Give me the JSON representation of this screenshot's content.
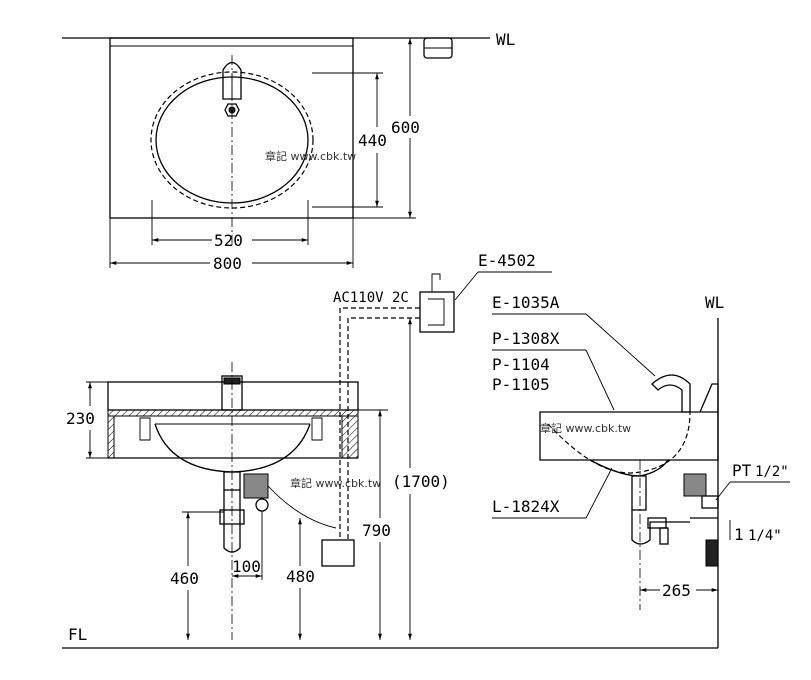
{
  "labels": {
    "water_line_top": "WL",
    "water_line_side": "WL",
    "floor_line": "FL",
    "sensor_model": "E-4502",
    "faucet_model": "E-1035A",
    "part_1": "P-1308X",
    "part_2": "P-1104",
    "part_3": "P-1105",
    "basin_model": "L-1824X",
    "power_spec": "AC110V  2C",
    "pt_thread_prefix": "PT",
    "pt_thread_fraction": "1/2\"",
    "drain_size_whole": "1",
    "drain_size_fraction": "1/4\""
  },
  "dimensions": {
    "basin_bowl_width": "520",
    "counter_width": "800",
    "bowl_depth": "440",
    "counter_depth": "600",
    "counter_height": "230",
    "faucet_height": "(1700)",
    "rim_height": "790",
    "drain_height": "460",
    "drain_offset": "100",
    "supply_height": "480",
    "wall_to_drain": "265"
  },
  "watermarks": {
    "plan": "章記 www.cbk.tw",
    "front": "章記 www.cbk.tw",
    "side": "章記 www.cbk.tw"
  }
}
